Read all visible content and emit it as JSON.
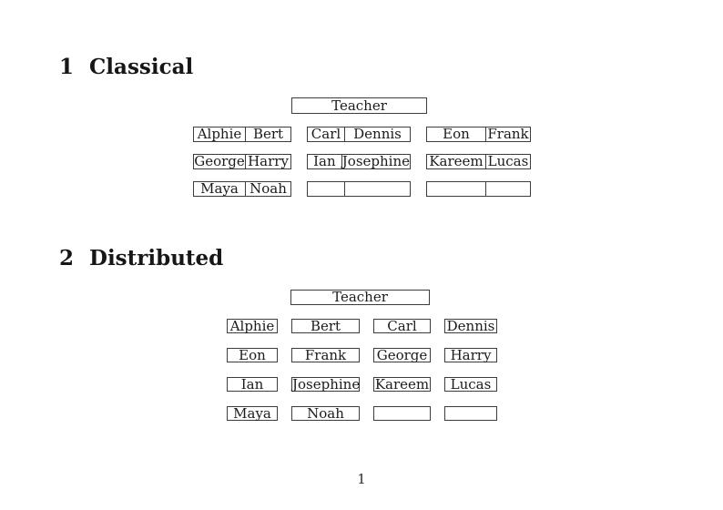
{
  "page": {
    "footer_page_number": "1"
  },
  "sections": [
    {
      "number": "1",
      "title": "Classical",
      "teacher_label": "Teacher",
      "desks": [
        [
          "Alphie",
          "Bert"
        ],
        [
          "Carl",
          "Dennis"
        ],
        [
          "Eon",
          "Frank"
        ],
        [
          "George",
          "Harry"
        ],
        [
          "Ian",
          "Josephine"
        ],
        [
          "Kareem",
          "Lucas"
        ],
        [
          "Maya",
          "Noah"
        ],
        [
          "",
          ""
        ],
        [
          "",
          ""
        ]
      ]
    },
    {
      "number": "2",
      "title": "Distributed",
      "teacher_label": "Teacher",
      "seats": [
        "Alphie",
        "Bert",
        "Carl",
        "Dennis",
        "Eon",
        "Frank",
        "George",
        "Harry",
        "Ian",
        "Josephine",
        "Kareem",
        "Lucas",
        "Maya",
        "Noah",
        "",
        ""
      ]
    }
  ]
}
